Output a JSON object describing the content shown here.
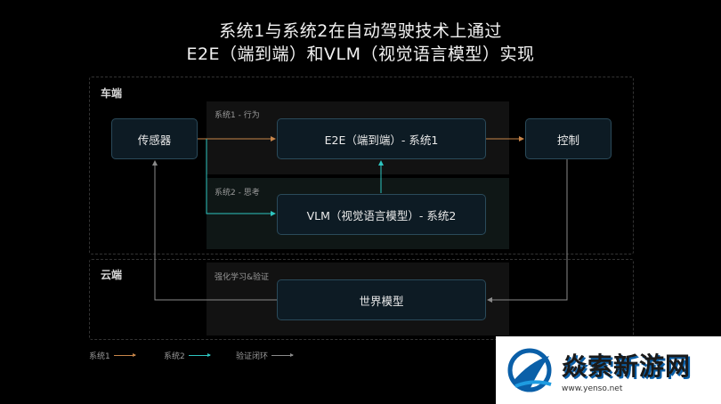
{
  "title": {
    "line1": "系统1与系统2在自动驾驶技术上通过",
    "line2": "E2E（端到端）和VLM（视觉语言模型）实现"
  },
  "regions": {
    "vehicle": "车端",
    "cloud": "云端"
  },
  "zones": {
    "system1": "系统1 - 行为",
    "system2": "系统2 - 思考",
    "rl": "强化学习&验证"
  },
  "nodes": {
    "sensor": "传感器",
    "e2e": "E2E（端到端）- 系统1",
    "control": "控制",
    "vlm": "VLM（视觉语言模型）- 系统2",
    "world_model": "世界模型"
  },
  "legend": {
    "system1": "系统1",
    "system2": "系统2",
    "loop": "验证闭环"
  },
  "colors": {
    "system1": "#c8864a",
    "system2": "#2ec5c0",
    "loop": "#8a8a8a"
  },
  "watermark": {
    "name": "焱索新游网",
    "url": "www.yenso.net"
  }
}
